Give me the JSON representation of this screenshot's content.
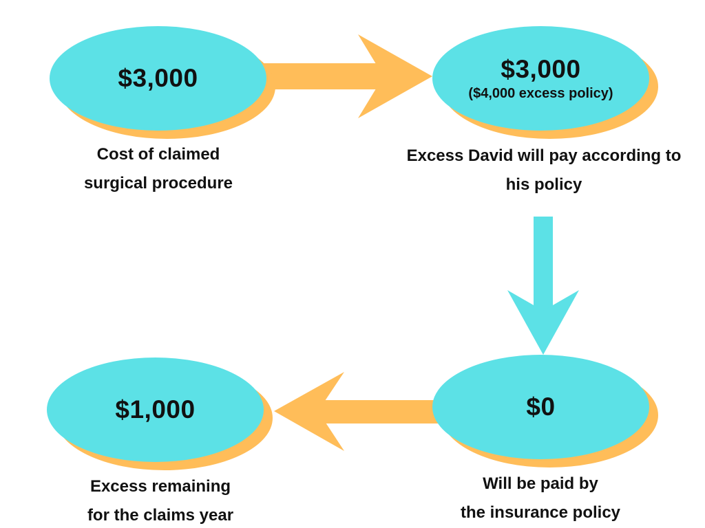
{
  "diagram": {
    "colors": {
      "node_fill": "#5CE1E6",
      "node_shadow": "#FFBD59",
      "arrow_orange": "#FFBD59",
      "arrow_cyan": "#5CE1E6",
      "text": "#111111",
      "background": "#FFFFFF"
    },
    "nodes": [
      {
        "id": "cost",
        "amount": "$3,000",
        "sub": "",
        "caption": [
          "Cost of claimed",
          "surgical procedure"
        ]
      },
      {
        "id": "excess-pay",
        "amount": "$3,000",
        "sub": "($4,000 excess policy)",
        "caption": [
          "Excess David will pay according to",
          "his policy"
        ]
      },
      {
        "id": "insurance-pay",
        "amount": "$0",
        "sub": "",
        "caption": [
          "Will be paid by",
          "the insurance policy"
        ]
      },
      {
        "id": "excess-remaining",
        "amount": "$1,000",
        "sub": "",
        "caption": [
          "Excess remaining",
          "for the claims year"
        ]
      }
    ],
    "arrows": [
      {
        "id": "cost-to-excess",
        "direction": "right",
        "color": "#FFBD59"
      },
      {
        "id": "excess-to-insurance",
        "direction": "down",
        "color": "#5CE1E6"
      },
      {
        "id": "insurance-to-remaining",
        "direction": "left",
        "color": "#FFBD59"
      }
    ]
  }
}
